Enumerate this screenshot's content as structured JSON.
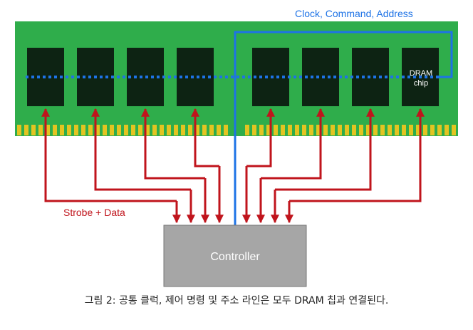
{
  "labels": {
    "bus": "Clock, Command, Address",
    "chip_line1": "DRAM",
    "chip_line2": "chip",
    "strobe_data": "Strobe + Data",
    "controller": "Controller"
  },
  "caption": "그림 2: 공통 클럭, 제어 명령 및 주소 라인은 모두 DRAM 칩과 연결된다.",
  "colors": {
    "module_green": "#2fad4b",
    "chip": "#0d2313",
    "pins": "#e3c421",
    "bus_blue": "#1e73e6",
    "data_red": "#c0141c",
    "controller_fill": "#a6a6a6",
    "controller_border": "#777777"
  },
  "chip_count": 8
}
